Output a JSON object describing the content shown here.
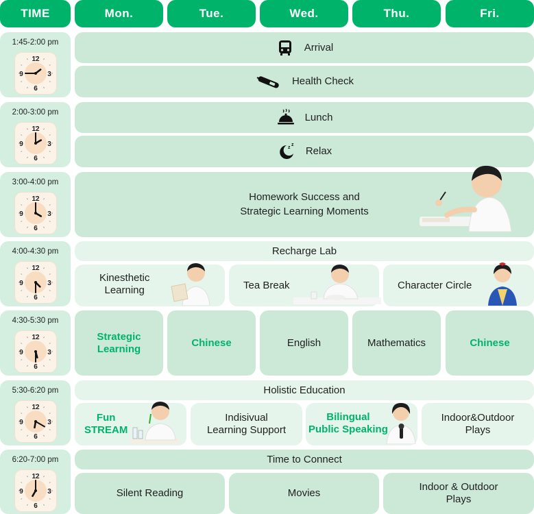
{
  "header": {
    "time": "TIME",
    "days": [
      "Mon.",
      "Tue.",
      "Wed.",
      "Thu.",
      "Fri."
    ]
  },
  "slots": [
    {
      "time": "1:45-2:00 pm"
    },
    {
      "time": "2:00-3:00 pm"
    },
    {
      "time": "3:00-4:00 pm"
    },
    {
      "time": "4:00-4:30 pm"
    },
    {
      "time": "4:30-5:30 pm"
    },
    {
      "time": "5:30-6:20 pm"
    },
    {
      "time": "6:20-7:00 pm"
    }
  ],
  "clock_numbers": {
    "n12": "12",
    "n3": "3",
    "n6": "6",
    "n9": "9"
  },
  "activities": {
    "arrival": "Arrival",
    "health_check": "Health Check",
    "lunch": "Lunch",
    "relax": "Relax",
    "homework_line1": "Homework Success and",
    "homework_line2": "Strategic Learning Moments",
    "recharge_lab": "Recharge Lab",
    "kinesthetic_line1": "Kinesthetic",
    "kinesthetic_line2": "Learning",
    "tea_break": "Tea Break",
    "character_circle": "Character Circle",
    "mon_line1": "Strategic",
    "mon_line2": "Learning",
    "tue": "Chinese",
    "wed": "English",
    "thu": "Mathematics",
    "fri": "Chinese",
    "holistic": "Holistic Education",
    "fun_line1": "Fun",
    "fun_line2": "STREAM",
    "indiv_line1": "Indisivual",
    "indiv_line2": "Learning Support",
    "bilingual_line1": "Bilingual",
    "bilingual_line2": "Public Speaking",
    "plays_line1": "Indoor&Outdoor",
    "plays_line2": "Plays",
    "time_to_connect": "Time to Connect",
    "silent_reading": "Silent Reading",
    "movies": "Movies",
    "indoor_outdoor_line1": "Indoor & Outdoor",
    "indoor_outdoor_line2": "Plays"
  },
  "icons": [
    "bus-icon",
    "thermometer-icon",
    "food-cloche-icon",
    "moon-sleep-icon"
  ],
  "colors": {
    "header_green": "#00b36b",
    "cell_dark": "#cce9d8",
    "cell_light": "#e6f5ec",
    "time_bg": "#d4efe0"
  }
}
